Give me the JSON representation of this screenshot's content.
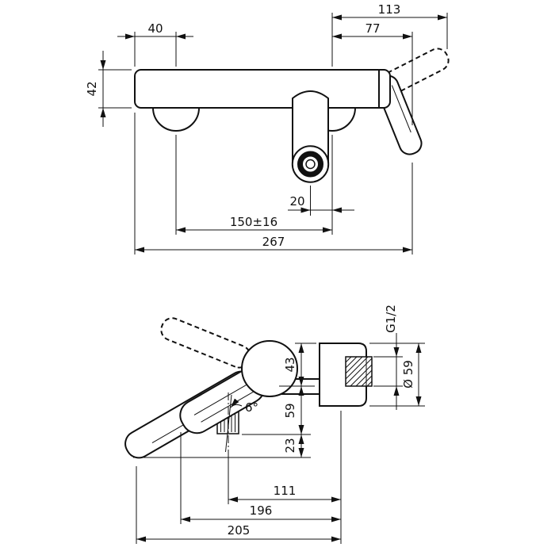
{
  "drawing": {
    "kind": "wall-mounted-single-lever-bath-mixer-dimensional-drawing",
    "line_color": "#111111",
    "background": "#ffffff",
    "front_view": {
      "dim_113": "113",
      "dim_77": "77",
      "dim_40": "40",
      "dim_42": "42",
      "dim_20": "20",
      "dim_150": "150±16",
      "dim_267": "267"
    },
    "side_view": {
      "dim_g12": "G1/2",
      "dim_43": "43",
      "dim_dia59": "Ø 59",
      "dim_59": "59",
      "dim_6deg": "6°",
      "dim_23": "23",
      "dim_111": "111",
      "dim_196": "196",
      "dim_205": "205"
    }
  }
}
